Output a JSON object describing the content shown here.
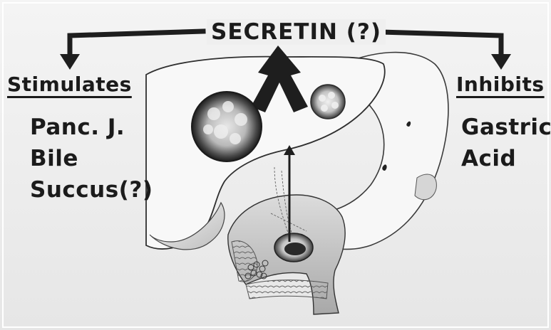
{
  "title": "SECRETIN (?)",
  "left_panel": {
    "heading": "Stimulates",
    "items": [
      "Panc. J.",
      "Bile",
      "Succus(?)"
    ]
  },
  "right_panel": {
    "heading": "Inhibits",
    "items": [
      "Gastric",
      "Acid"
    ]
  }
}
